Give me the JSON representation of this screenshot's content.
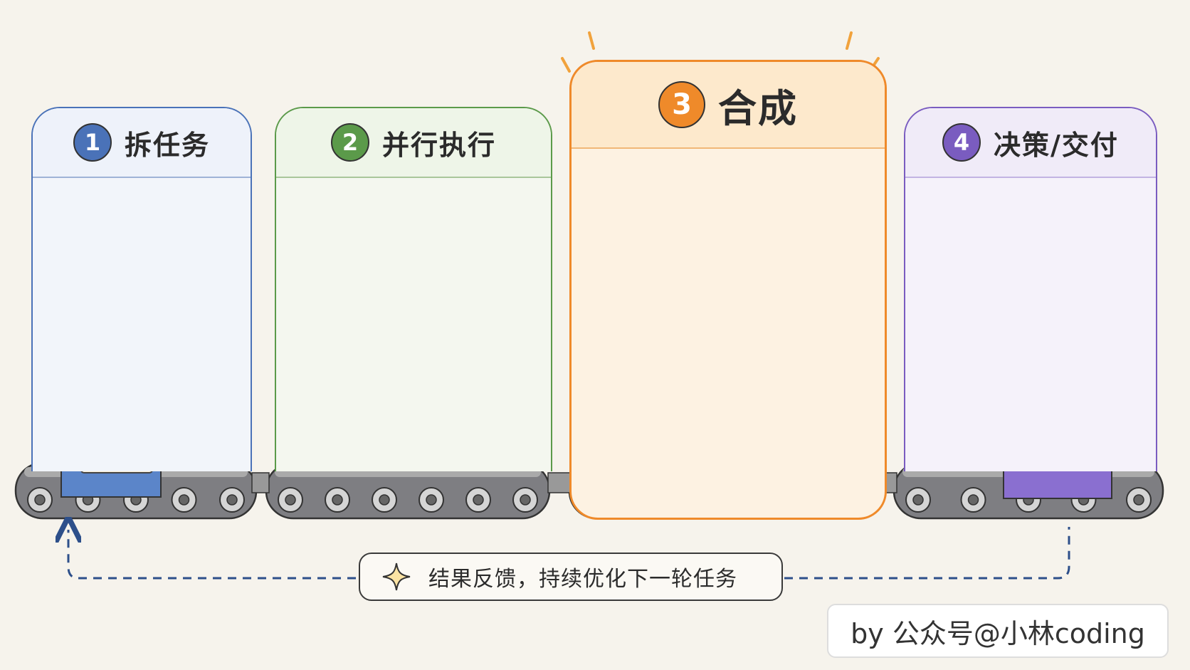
{
  "steps": [
    {
      "number": "1",
      "title": "拆任务",
      "color": "#4a72b8"
    },
    {
      "number": "2",
      "title": "并行执行",
      "color": "#5b9a4a"
    },
    {
      "number": "3",
      "title": "合成",
      "color": "#ef8a2a"
    },
    {
      "number": "4",
      "title": "决策/交付",
      "color": "#7a5cc0"
    }
  ],
  "feedback_text": "结果反馈，持续优化下一轮任务",
  "credit": "by 公众号@小林coding",
  "task_colors": [
    "#bcd6ef",
    "#c9e2b5",
    "#fbe3a3",
    "#ddd0f0"
  ]
}
